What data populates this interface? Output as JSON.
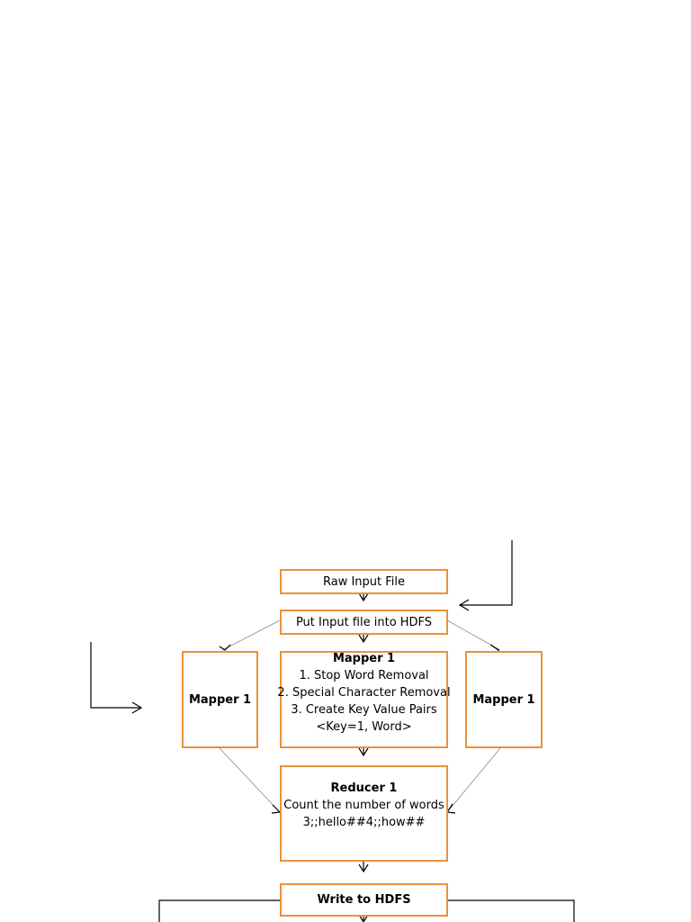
{
  "nodes": {
    "raw_input": "Raw Input File",
    "put_hdfs": "Put Input file into HDFS",
    "mapper_left": "Mapper 1",
    "mapper_center": {
      "title": "Mapper 1",
      "lines": [
        "1. Stop Word Removal",
        "2. Special Character Removal",
        "3. Create Key Value Pairs",
        "<Key=1, Word>"
      ]
    },
    "mapper_right": "Mapper 1",
    "reducer": {
      "title": "Reducer 1",
      "lines": [
        "Count the number of words",
        "3;;hello##4;;how##"
      ]
    },
    "write_hdfs": "Write to HDFS"
  },
  "colors": {
    "box_border": "#e8923e",
    "line": "#000000",
    "thin_line": "#888888"
  }
}
